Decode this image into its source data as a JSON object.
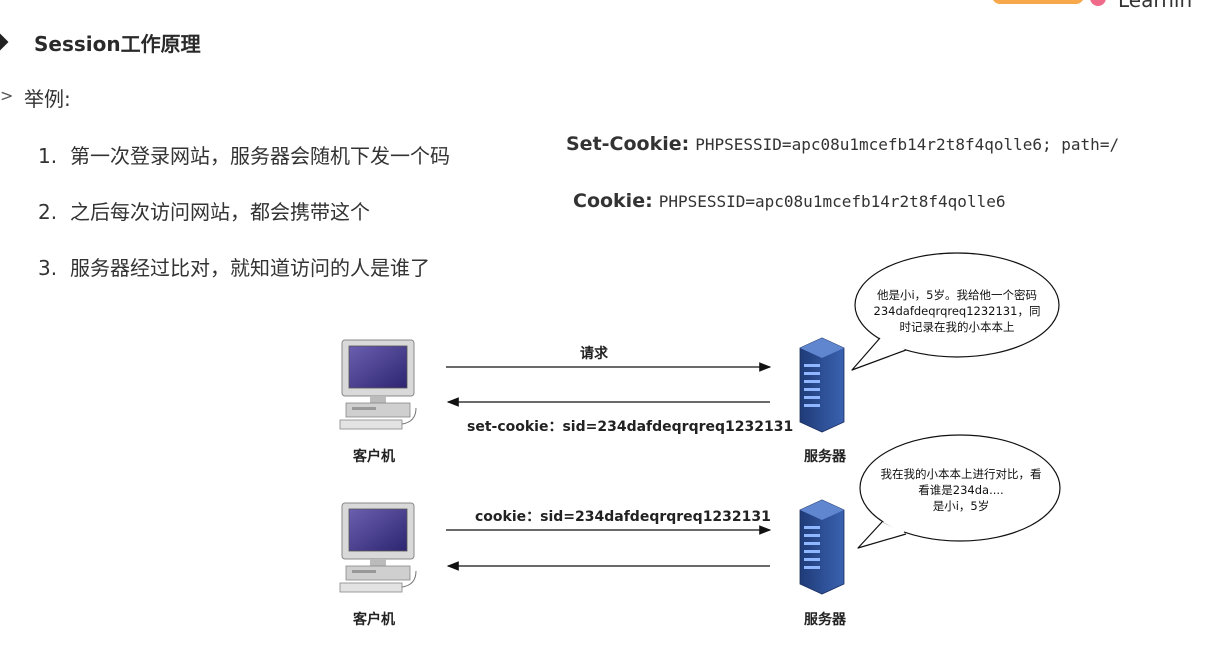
{
  "header": {
    "title": "Session工作原理",
    "partial_logo_text": "Learnin"
  },
  "example_label": "举例:",
  "steps": [
    {
      "num": "1.",
      "text": "第一次登录网站，服务器会随机下发一个码"
    },
    {
      "num": "2.",
      "text": "之后每次访问网站，都会携带这个"
    },
    {
      "num": "3.",
      "text": "服务器经过比对，就知道访问的人是谁了"
    }
  ],
  "headers_example": {
    "set_cookie_name": "Set-Cookie:",
    "set_cookie_value": "PHPSESSID=apc08u1mcefb14r2t8f4qolle6; path=/",
    "cookie_name": "Cookie:",
    "cookie_value": "PHPSESSID=apc08u1mcefb14r2t8f4qolle6"
  },
  "diagram": {
    "top": {
      "client_label": "客户机",
      "server_label": "服务器",
      "request_label": "请求",
      "response_label": "set-cookie：sid=234dafdeqrqreq1232131",
      "bubble_lines": [
        "他是小i，5岁。我给他一个密码",
        "234dafdeqrqreq1232131，同",
        "时记录在我的小本本上"
      ]
    },
    "bottom": {
      "client_label": "客户机",
      "server_label": "服务器",
      "request_label": "cookie：sid=234dafdeqrqreq1232131",
      "bubble_lines": [
        "我在我的小本本上进行对比，看",
        "看谁是234da....",
        "是小i，5岁"
      ]
    }
  },
  "colors": {
    "server_blue": "#2e4f93",
    "server_light": "#4f8ad9",
    "monitor_screen": "#4a3f8c"
  }
}
